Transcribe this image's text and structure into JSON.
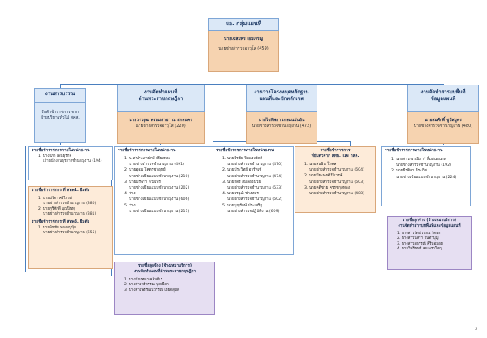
{
  "root": {
    "title": "ผอ. กลุ่มแผนที่",
    "name": "นายเฉลิมพร เอมเจริญ",
    "position": "นายช่างสำรวจอาวุโส (459)"
  },
  "units": [
    {
      "title_lines": [
        "งานสารบรรณ"
      ],
      "desc_lines": [
        "รับตัวข้าราชการ จาก",
        "ฝ่ายบริหารทั่วไป สคส."
      ]
    },
    {
      "title_lines": [
        "งานจัดทำแผนที่",
        "ด้านพระราชกฤษฎีกา"
      ],
      "head_name": "นายวรวรุฒ พรหมสาขา ณ สกลนคร",
      "head_position": "นายช่างสำรวจอาวุโส (220)"
    },
    {
      "title_lines": [
        "งานวางโครงหมุดหลักฐาน",
        "แผนที่และปักหลักเขต"
      ],
      "head_name": "นายไชทิพยา เกษมแม่นยิน",
      "head_position": "นายช่างสำรวจชำนาญงาน (472)"
    },
    {
      "title_lines": [
        "งานจัดทำสารบบพื้นที่",
        "ข้อมูลแผนที่"
      ],
      "head_name": "นายสมศักดิ์ ชูปัสมูตร",
      "head_position": "นายช่างสำรวจชำนาญงาน (480)"
    }
  ],
  "blocks": {
    "b1": {
      "title": "รายชื่อข้าราชการภายในหน่วยงาน",
      "items": [
        "1. นางวิภา เพ่นธุรกิจ",
        "เจ้าพนักงานธุรการชำนาญงาน (194)"
      ]
    },
    "b2": {
      "title": "รายชื่อข้าราชการ ที่ สทพ1. ยืมตัว",
      "items": [
        "1. นายปรีดา ศรีไกรพ์",
        "นายช่างสำรวจชำนาญงาน (380)",
        "2. นายภูริศักดิ์ บุญปินทุ",
        "นายช่างสำรวจชำนาญงาน (381)"
      ],
      "title2": "รายชื่อข้าราชการ ที่ สทพ8. ยืมตัว",
      "items2": [
        "1. นายพิชชัย ทองหนูนุ้ย",
        "นายช่างสำรวจชำนาญงาน (655)"
      ]
    },
    "b3": {
      "title": "รายชื่อข้าราชการภายในหน่วยงาน",
      "items": [
        "1. น.ส.ประภาพักษ์ เฮียงทอง",
        "นายช่างสำรวจชำนาญงาน (491)",
        "2. นายอุดม โคตรชาอุทย์",
        "นายช่างเขียนแบบชำนาญงาน (210)",
        "3. นายบริพรา ดวงเพรี",
        "นายช่างเขียนแบบชำนาญงาน (202)",
        "4. ว่าง",
        "นายช่างเขียนแบบชำนาญงาน (606)",
        "5. ว่าง",
        "นายช่างเขียนแบบชำนาญงาน (211)"
      ]
    },
    "b4": {
      "title": "รายชื่อลูกจ้าง (จ้างเหมาบริการ)",
      "title2": "งานจัดทำแผนที่ด้านพระราชกฤษฎีกา",
      "items": [
        "1. นางมัณฑนา คลินตีเร",
        "2. นางสาววรีวรรณ พุดเผือก",
        "3. นางสาวพรรณนวรรณ เอียดสุขิต"
      ]
    },
    "b5": {
      "title": "รายชื่อข้าราชการภายในหน่วยงาน",
      "items": [
        "1. นายวีรชัย จิตแรงรัตติ",
        "นายช่างสำรวจชำนาญงาน (470)",
        "2. นายประวิทย์ อาร์ทเข้",
        "นายช่างสำรวจชำนาญงาน (474)",
        "3. นายรัดร์ สมลออนวย",
        "นายช่างสำรวจชำนาญงาน (533)",
        "4. นายวรวุฒิ ช่างหมร",
        "นายช่างสำรวจชำนาญงาน (602)",
        "5. นายบุญรักษ์ ประเสริฐ",
        "นายช่างสำรวจปฏิบัติงาน (609)"
      ]
    },
    "b6": {
      "title": "รายชื่อข้าราชการ",
      "title2": "ที่ยืมตัวจาก สทพ. และ กลล.",
      "items": [
        "1. นายสนธิน โกศล",
        "นายช่างสำรวจชำนาญงาน (604)",
        "2. นายปิยะพงศ์ ปิยวงษ์",
        "นายช่างสำรวจชำนาญงาน (603)",
        "3. นายคติชาย ครรชุกุลทอง",
        "นายช่างสำรวจชำนาญงาน (488)"
      ]
    },
    "b7": {
      "title": "รายชื่อข้าราชการภายในหน่วยงาน",
      "items": [
        "1. นางสาวกรรณิการ์ ลิ้มสนธนาพ",
        "นายช่างสำรวจชำนาญงาน (192)",
        "2. นายธีรศิลา จีระภิช",
        "นายช่างเขียนแบบชำนาญงาน (224)"
      ]
    },
    "b8": {
      "title": "รายชื่อลูกจ้าง (จ้างเหมาบริการ)",
      "title2": "งานจัดทำสารบบพื้นที่และข้อมูลแผนที่",
      "items": [
        "1. นางสาวรัตน์วรรณ รัตนะ",
        "2. นางสาวนุสรา จันทาบุญ",
        "3. นางสาวสุธรรณี ศิริหอมอม",
        "4. นายวิทรินทร์ สมเพราใหญ่"
      ]
    }
  },
  "page_number": "3"
}
